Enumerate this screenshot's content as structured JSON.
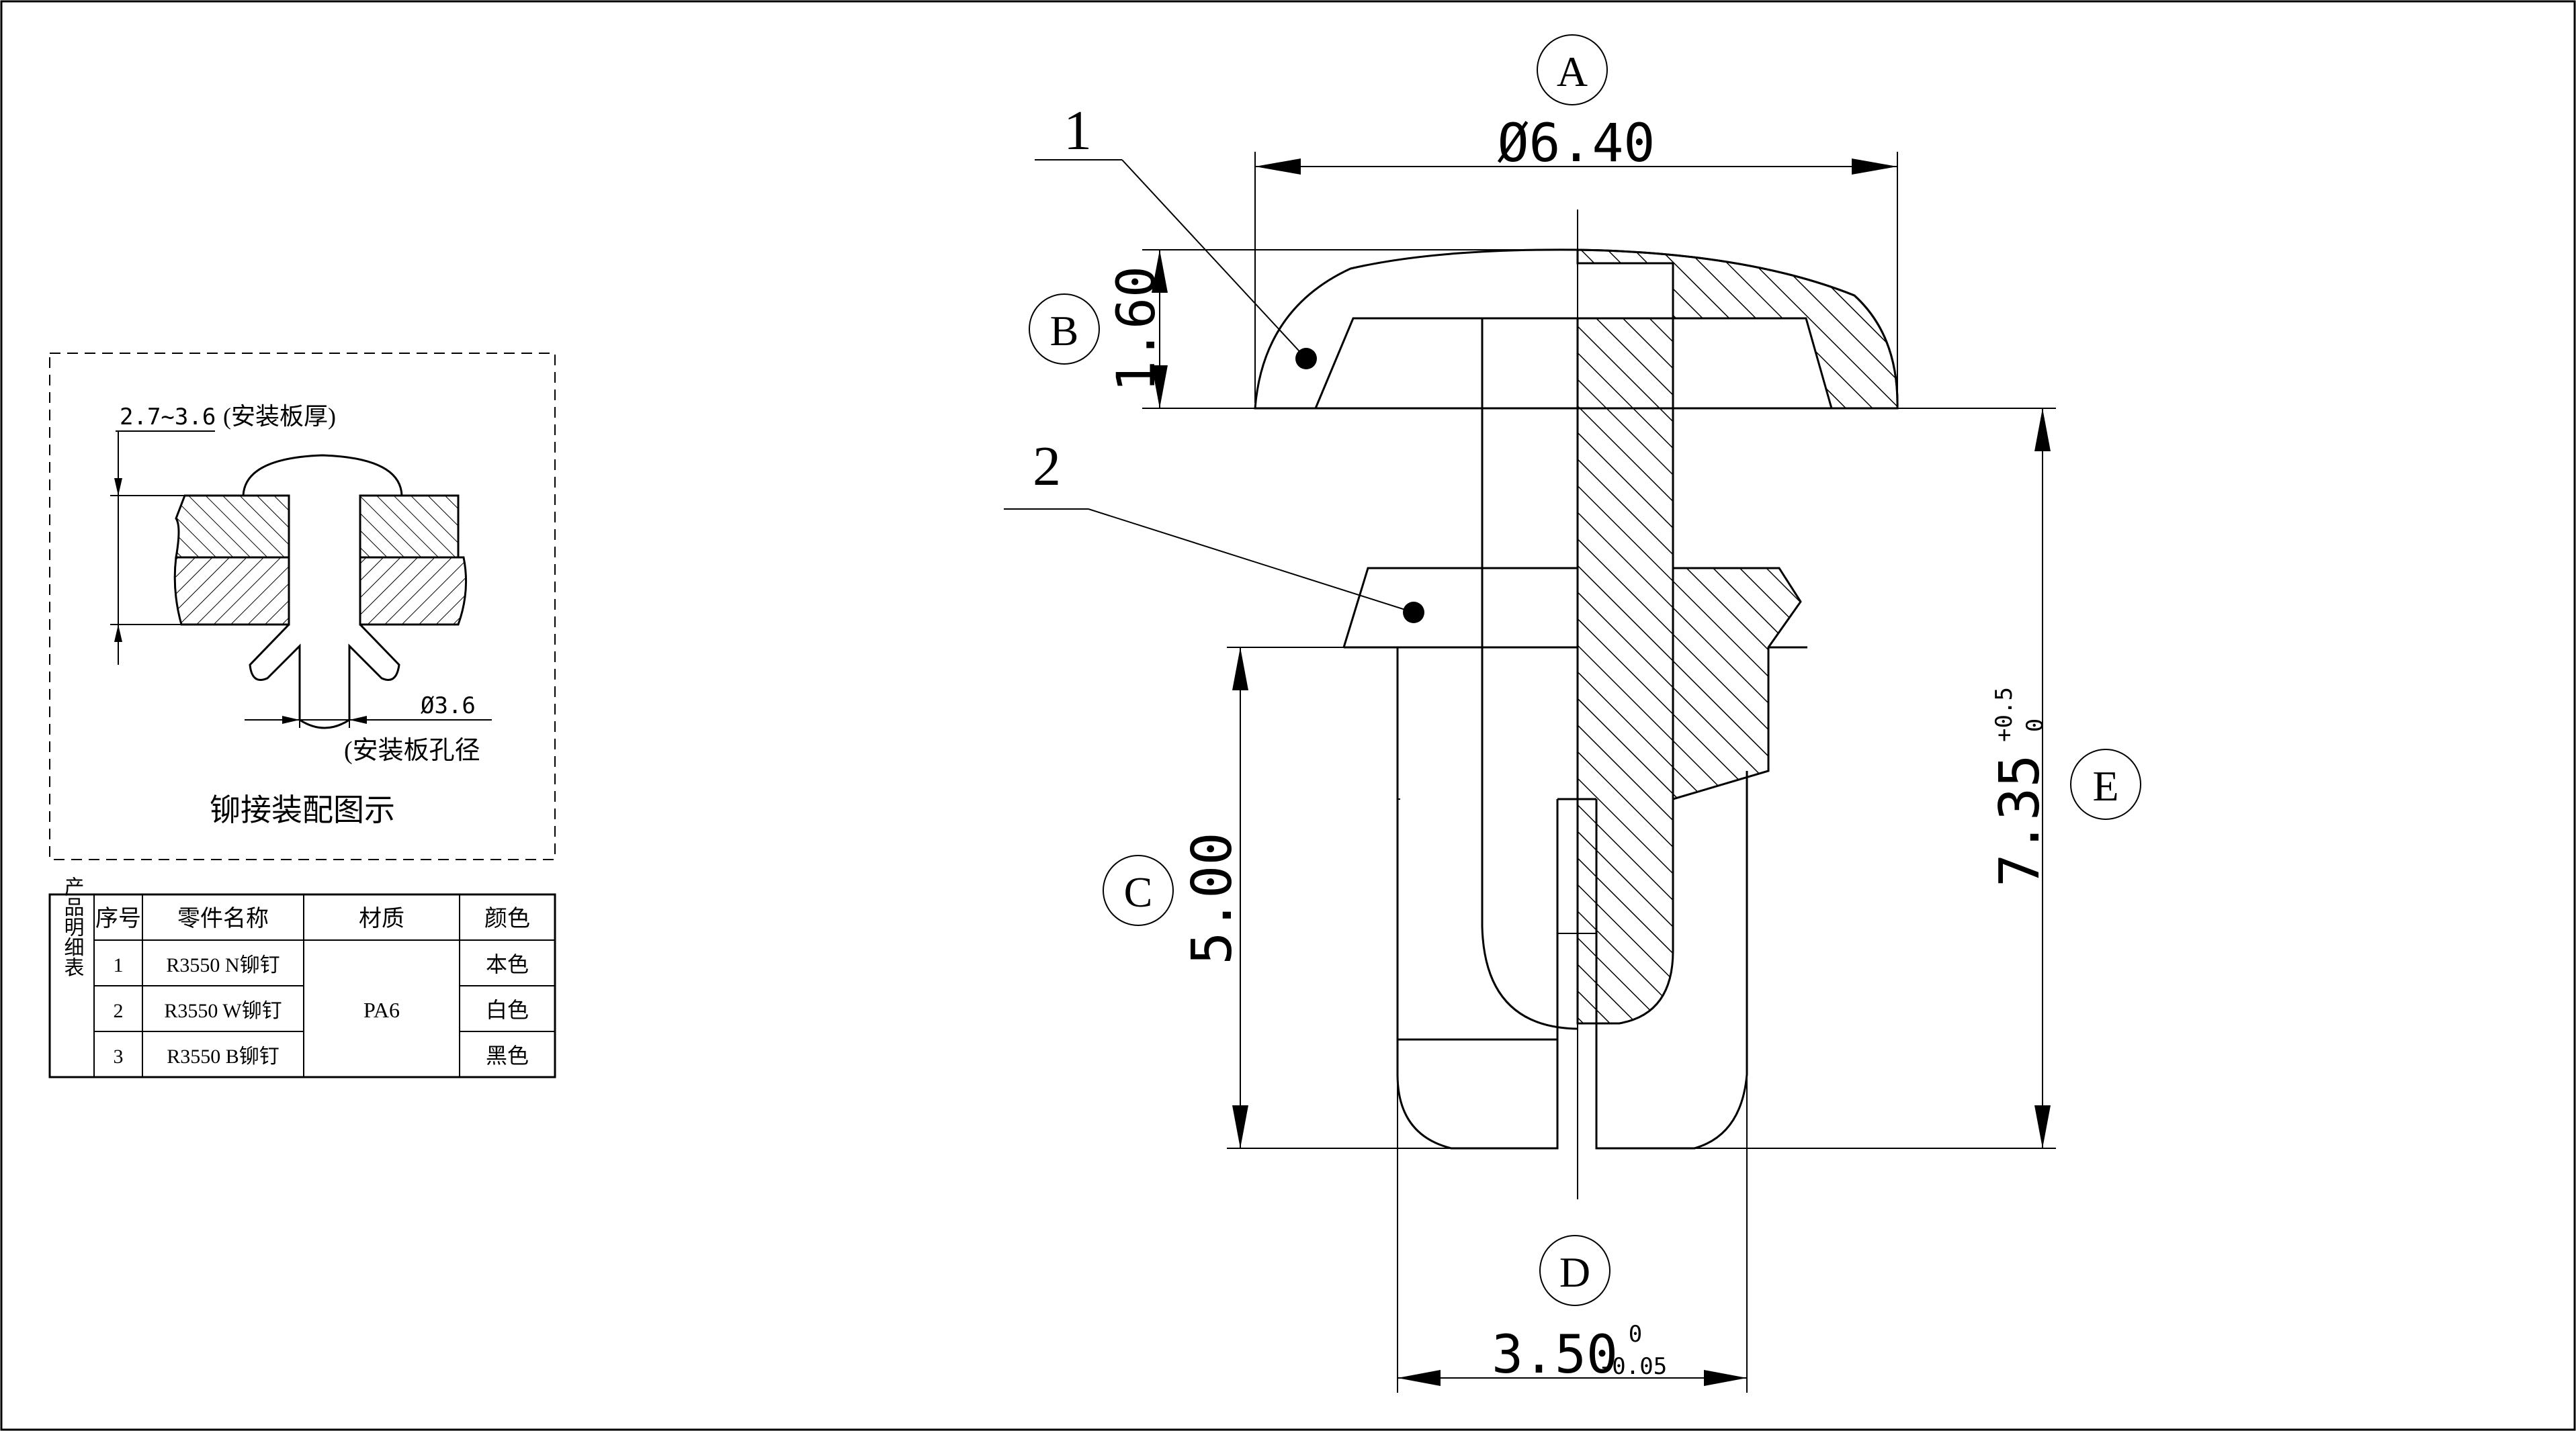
{
  "callouts": {
    "A": "A",
    "B": "B",
    "C": "C",
    "D": "D",
    "E": "E",
    "part1": "1",
    "part2": "2"
  },
  "dimensions": {
    "head_diameter": "Ø6.40",
    "head_height": "1.60",
    "shank_length": "5.00",
    "shank_diameter": "3.50",
    "shank_diameter_tol_upper": "0",
    "shank_diameter_tol_lower": "-0.05",
    "total_length": "7.35",
    "total_length_tol_upper": "+0.5",
    "total_length_tol_lower": "0"
  },
  "assembly": {
    "panel_thickness": "2.7~3.6",
    "panel_thickness_note": "(安装板厚)",
    "hole_diameter": "Ø3.6",
    "hole_diameter_note": "(安装板孔径",
    "caption": "铆接装配图示"
  },
  "bom": {
    "side_label": "产品明细表",
    "headers": {
      "no": "序号",
      "name": "零件名称",
      "material": "材质",
      "color": "颜色"
    },
    "rows": [
      {
        "no": "1",
        "name": "R3550 N铆钉",
        "color": "本色"
      },
      {
        "no": "2",
        "name": "R3550 W铆钉",
        "color": "白色"
      },
      {
        "no": "3",
        "name": "R3550 B铆钉",
        "color": "黑色"
      }
    ],
    "material": "PA6"
  }
}
